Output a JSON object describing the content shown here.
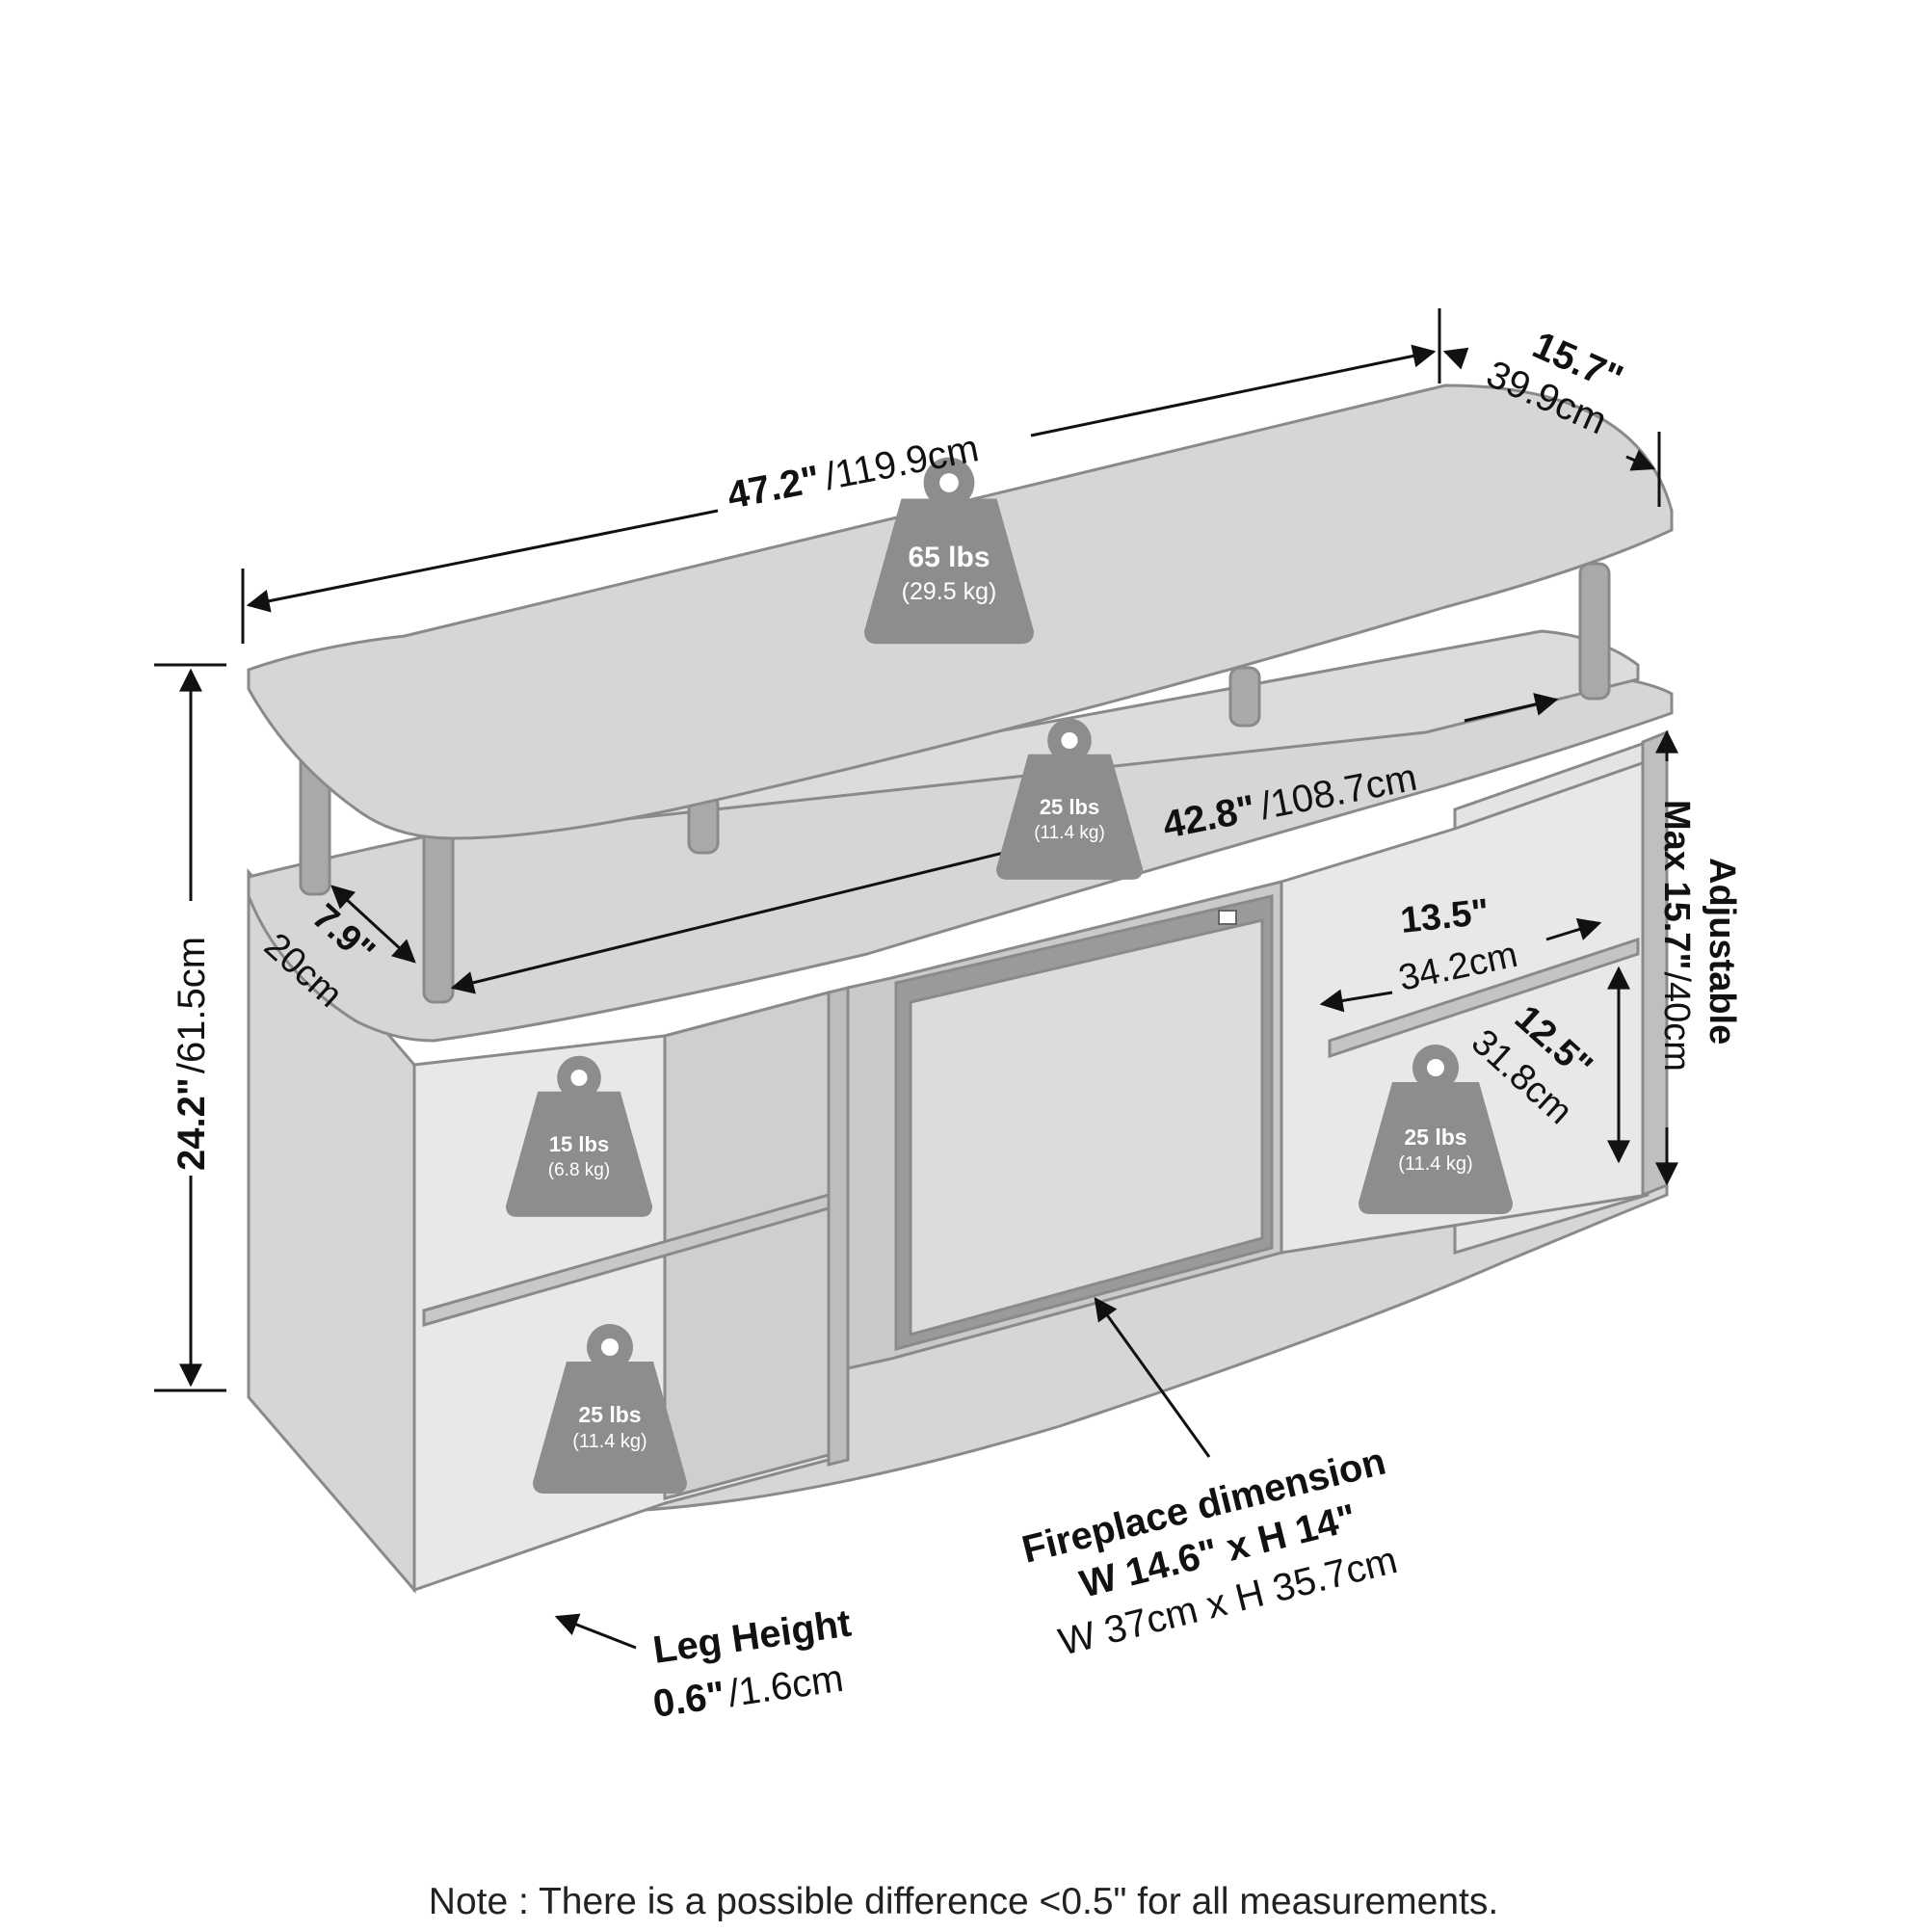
{
  "colors": {
    "furniture_fill": "#d6d6d6",
    "furniture_edge": "#8a8a8a",
    "weight_icon": "#8d8d8d",
    "text": "#111111"
  },
  "dimensions": {
    "top_width": {
      "in": "47.2\"",
      "cm": "/119.9cm"
    },
    "top_depth": {
      "in": "15.7\"",
      "cm": "39.9cm"
    },
    "total_height": {
      "in": "24.2\"",
      "cm": "/61.5cm"
    },
    "middle_width": {
      "in": "42.8\"",
      "cm": "/108.7cm"
    },
    "riser_depth": {
      "in": "7.9\"",
      "cm": "20cm"
    },
    "shelf_width": {
      "in": "13.5\"",
      "cm": "34.2cm"
    },
    "shelf_height": {
      "in": "12.5\"",
      "cm": "31.8cm"
    },
    "adjustable": {
      "title": "Adjustable",
      "in": "Max 15.7\"",
      "cm": "/40cm"
    }
  },
  "weights": {
    "top": {
      "lbs": "65 lbs",
      "kg": "(29.5 kg)"
    },
    "middle": {
      "lbs": "25 lbs",
      "kg": "(11.4 kg)"
    },
    "left_upper": {
      "lbs": "15 lbs",
      "kg": "(6.8 kg)"
    },
    "left_lower": {
      "lbs": "25 lbs",
      "kg": "(11.4 kg)"
    },
    "right": {
      "lbs": "25 lbs",
      "kg": "(11.4 kg)"
    }
  },
  "fireplace": {
    "line1": "Fireplace dimension",
    "line2": "W 14.6\" x H 14\"",
    "line3": "W 37cm x H 35.7cm"
  },
  "leg": {
    "title": "Leg Height",
    "in": "0.6\"",
    "cm": "/1.6cm"
  },
  "note": "Note : There is a possible difference <0.5\" for all measurements."
}
